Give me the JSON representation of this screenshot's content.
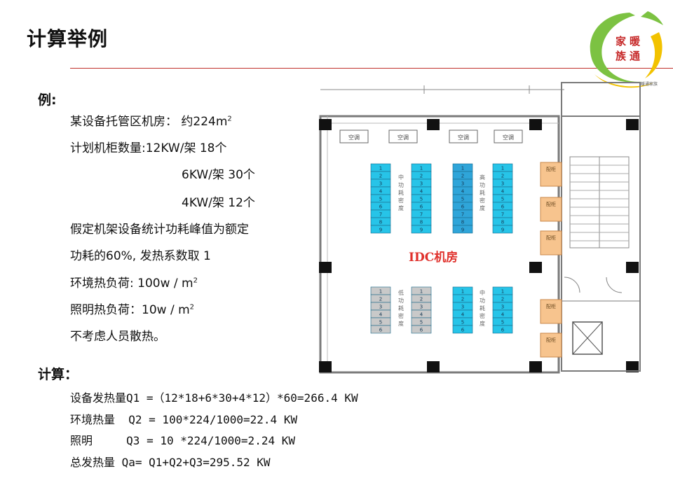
{
  "slide": {
    "title": "计算举例"
  },
  "logo": {
    "chars": [
      "家",
      "暖",
      "族",
      "通"
    ],
    "badge": "暖通家族"
  },
  "example": {
    "heading": "例:",
    "room_area_prefix": "某设备托管区机房： 约224m",
    "room_area_sup": "2",
    "cabinet_line1": "计划机柜数量:12KW/架 18个",
    "cabinet_line2": "6KW/架 30个",
    "cabinet_line3": "4KW/架 12个",
    "assume_line1": "假定机架设备统计功耗峰值为额定",
    "assume_line2": "功耗的60%, 发热系数取 1",
    "env_load_prefix": "环境热负荷: 100w / m",
    "env_load_sup": "2",
    "light_load_prefix": "照明热负荷：10w / m",
    "light_load_sup": "2",
    "personnel_note": "不考虑人员散热。"
  },
  "calc": {
    "heading": "计算：",
    "q1": "设备发热量Q1 =（12*18+6*30+4*12）*60=266.4 KW",
    "q2": "环境热量  Q2 = 100*224/1000=22.4 KW",
    "q3": "照明     Q3 = 10 *224/1000=2.24 KW",
    "qa": "总发热量 Qa= Q1+Q2+Q3=295.52 KW"
  },
  "floor_plan": {
    "room_label": "IDC机房",
    "ac_label": "空调",
    "top_row_labels": [
      "中功耗密度",
      "高功耗密度"
    ],
    "bottom_row_labels": [
      "低功耗密度",
      "中功耗密度"
    ],
    "side_unit_label": "配柜",
    "rack_numbers_top": [
      "1",
      "2",
      "3",
      "4",
      "5",
      "6",
      "7",
      "8",
      "9"
    ],
    "rack_numbers_bottom": [
      "1",
      "2",
      "3",
      "4",
      "5",
      "6"
    ],
    "colors": {
      "cyan_rack": "#27c4e8",
      "blue_rack": "#2fa5d9",
      "gray_rack": "#c9c9c9",
      "orange_unit": "#f7c48e",
      "room_label": "#e0302b",
      "wall": "#7a7a7a"
    }
  }
}
